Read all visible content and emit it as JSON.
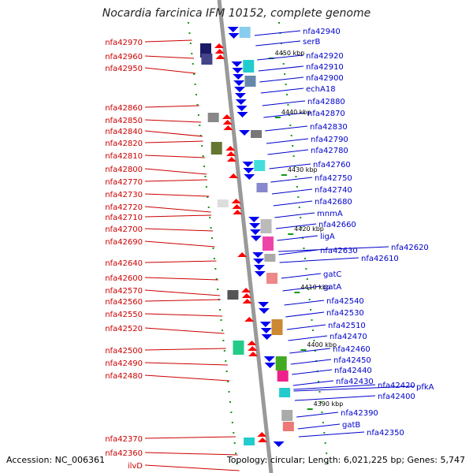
{
  "title": "Nocardia farcinica IFM 10152, complete genome",
  "accession": "Accession: NC_006361",
  "footer_info": "Topology: circular; Length: 6,021,225 bp; Genes: 5,747",
  "colors": {
    "left_label": "#cc0000",
    "right_label": "#0000cc",
    "forward_gene": "#ff0000",
    "reverse_gene": "#0000ee",
    "backbone": "#999999",
    "tick": "#119911"
  },
  "kbp_marks": [
    "4450 kbp",
    "4440 kbp",
    "4430 kbp",
    "4420 kbp",
    "4410 kbp",
    "4400 kbp",
    "4390 kbp"
  ],
  "left_genes": [
    "nfa42970",
    "nfa42960",
    "nfa42950",
    "nfa42860",
    "nfa42850",
    "nfa42840",
    "nfa42820",
    "nfa42810",
    "nfa42800",
    "nfa42770",
    "nfa42730",
    "nfa42720",
    "nfa42710",
    "nfa42700",
    "nfa42690",
    "nfa42640",
    "nfa42600",
    "nfa42570",
    "nfa42560",
    "nfa42550",
    "nfa42520",
    "nfa42500",
    "nfa42490",
    "nfa42480",
    "nfa42370",
    "nfa42360",
    "ilvD"
  ],
  "right_genes": [
    "nfa42940",
    "serB",
    "nfa42920",
    "nfa42910",
    "nfa42900",
    "echA18",
    "nfa42880",
    "nfa42870",
    "nfa42830",
    "nfa42790",
    "nfa42780",
    "nfa42760",
    "nfa42750",
    "nfa42740",
    "nfa42680",
    "mnmA",
    "nfa42660",
    "ligA",
    "nfa42630",
    "nfa42620",
    "nfa42610",
    "gatC",
    "gatA",
    "nfa42540",
    "nfa42530",
    "nfa42510",
    "nfa42470",
    "nfa42460",
    "nfa42450",
    "nfa42440",
    "nfa42430",
    "nfa42420",
    "pfkA",
    "nfa42400",
    "nfa42390",
    "gatB",
    "nfa42350"
  ]
}
